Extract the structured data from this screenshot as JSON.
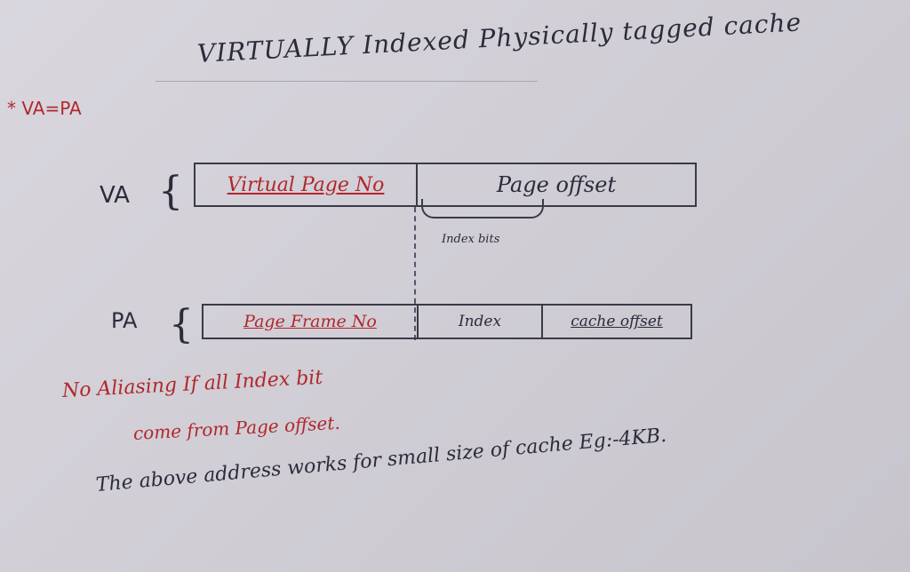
{
  "title": "VIRTUALLY Indexed Physically tagged cache",
  "note_va_pa": "* VA=PA",
  "va": {
    "label": "VA",
    "brace": "{",
    "segments": [
      "Virtual Page No",
      "Page offset"
    ],
    "index_bits_label": "Index bits"
  },
  "pa": {
    "label": "PA",
    "brace": "{",
    "segments": [
      "Page Frame No",
      "Index",
      "cache offset"
    ]
  },
  "note_aliasing_line1": "No Aliasing If all Index bit",
  "note_aliasing_line2": "come from Page offset.",
  "footer_note": "The above address works for small size of cache Eg:-4KB."
}
